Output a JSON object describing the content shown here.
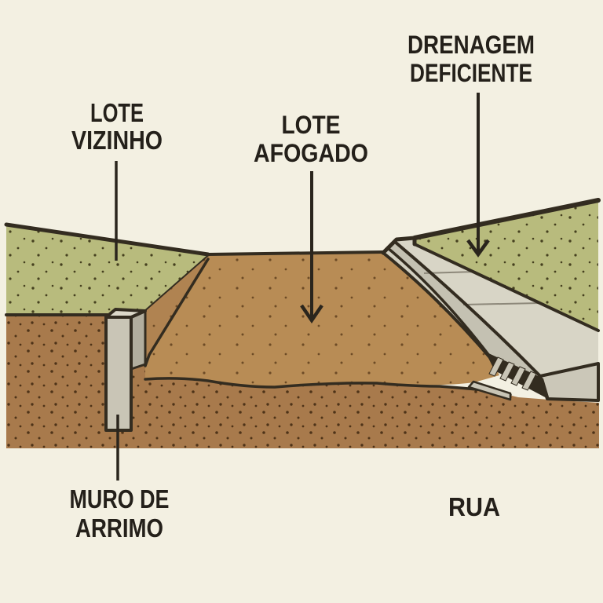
{
  "title": "Lote afogado — drainage diagram",
  "labels": {
    "lote_vizinho": {
      "line1": "LOTE",
      "line2": "VIZINHO"
    },
    "drenagem_deficiente": {
      "line1": "DRENAGEM",
      "line2": "DEFICIENTE"
    },
    "lote_afogado": {
      "line1": "LOTE",
      "line2": "AFOGADO"
    },
    "muro_de_arrimo": {
      "line1": "MURO DE",
      "line2": "ARRIMO"
    },
    "rua": {
      "label": "RUA"
    }
  },
  "palette": {
    "background": "#f3f0e2",
    "outline": "#332c20",
    "text": "#24201a",
    "leader": "#2a251d",
    "grass": "#b8bb7d",
    "grass_dot": "#45401f",
    "lot_floor": "#b88c55",
    "lot_floor_dot": "#6d4b26",
    "slope": "#b08351",
    "soil": "#a87a4c",
    "soil_dot": "#4e3318",
    "wall_front": "#c9c5b6",
    "wall_top": "#ddd9ca",
    "wall_side": "#b2ae9e",
    "street_surface": "#d8d5c6",
    "street_band_a": "#d3d0c1",
    "street_band_b": "#c4c1b2",
    "street_face": "#cbc7b8",
    "joint": "#8d887a"
  }
}
